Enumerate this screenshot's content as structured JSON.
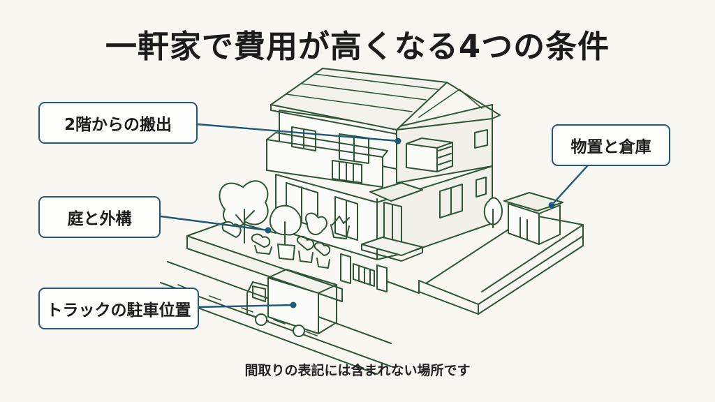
{
  "title": "一軒家で費用が高くなる4つの条件",
  "callouts": [
    {
      "id": "second-floor",
      "label": "2階からの搬出"
    },
    {
      "id": "garden",
      "label": "庭と外構"
    },
    {
      "id": "truck-parking",
      "label": "トラックの駐車位置"
    },
    {
      "id": "storage-shed",
      "label": "物置と倉庫"
    }
  ],
  "footnote": "間取りの表記には含まれない場所です",
  "colors": {
    "accent": "#1f5878",
    "line": "#2e5535",
    "text": "#1c1c1c",
    "background": "#f8f7f2"
  }
}
